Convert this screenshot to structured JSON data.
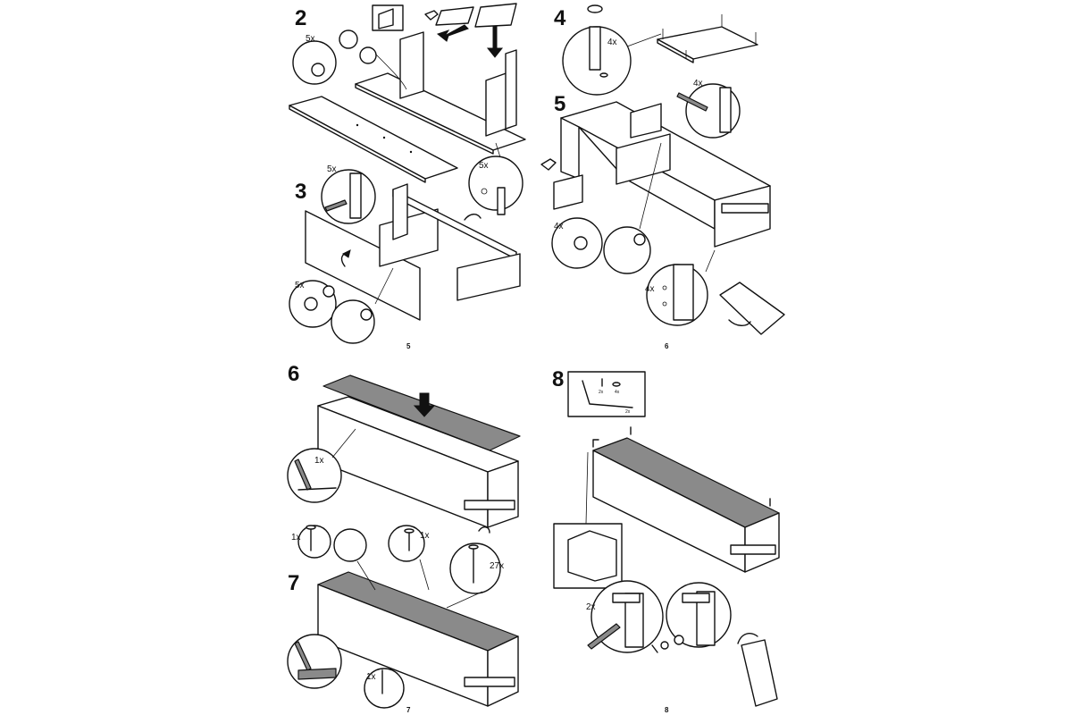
{
  "steps": {
    "s2": {
      "number": "2",
      "qty_a": "5x",
      "qty_b": "5x"
    },
    "s3": {
      "number": "3",
      "qty_a": "5x",
      "qty_b": "5x"
    },
    "s4": {
      "number": "4",
      "qty_a": "4x"
    },
    "s5": {
      "number": "5",
      "qty_a": "4x",
      "qty_b": "4x",
      "qty_c": "4x"
    },
    "s6": {
      "number": "6",
      "qty_a": "1x"
    },
    "s7": {
      "number": "7",
      "qty_a": "1x",
      "qty_b": "1x",
      "qty_c": "27x",
      "qty_d": "1x"
    },
    "s8": {
      "number": "8",
      "qty_a": "2x",
      "qty_screw": "2x",
      "qty_washer": "4x",
      "qty_bracket": "2x"
    }
  },
  "pages": {
    "page_a": "5",
    "page_b": "6",
    "page_c": "7",
    "page_d": "8"
  },
  "colors": {
    "line": "#111111",
    "panel": "#ffffff",
    "shaded": "#8a8a8a"
  }
}
